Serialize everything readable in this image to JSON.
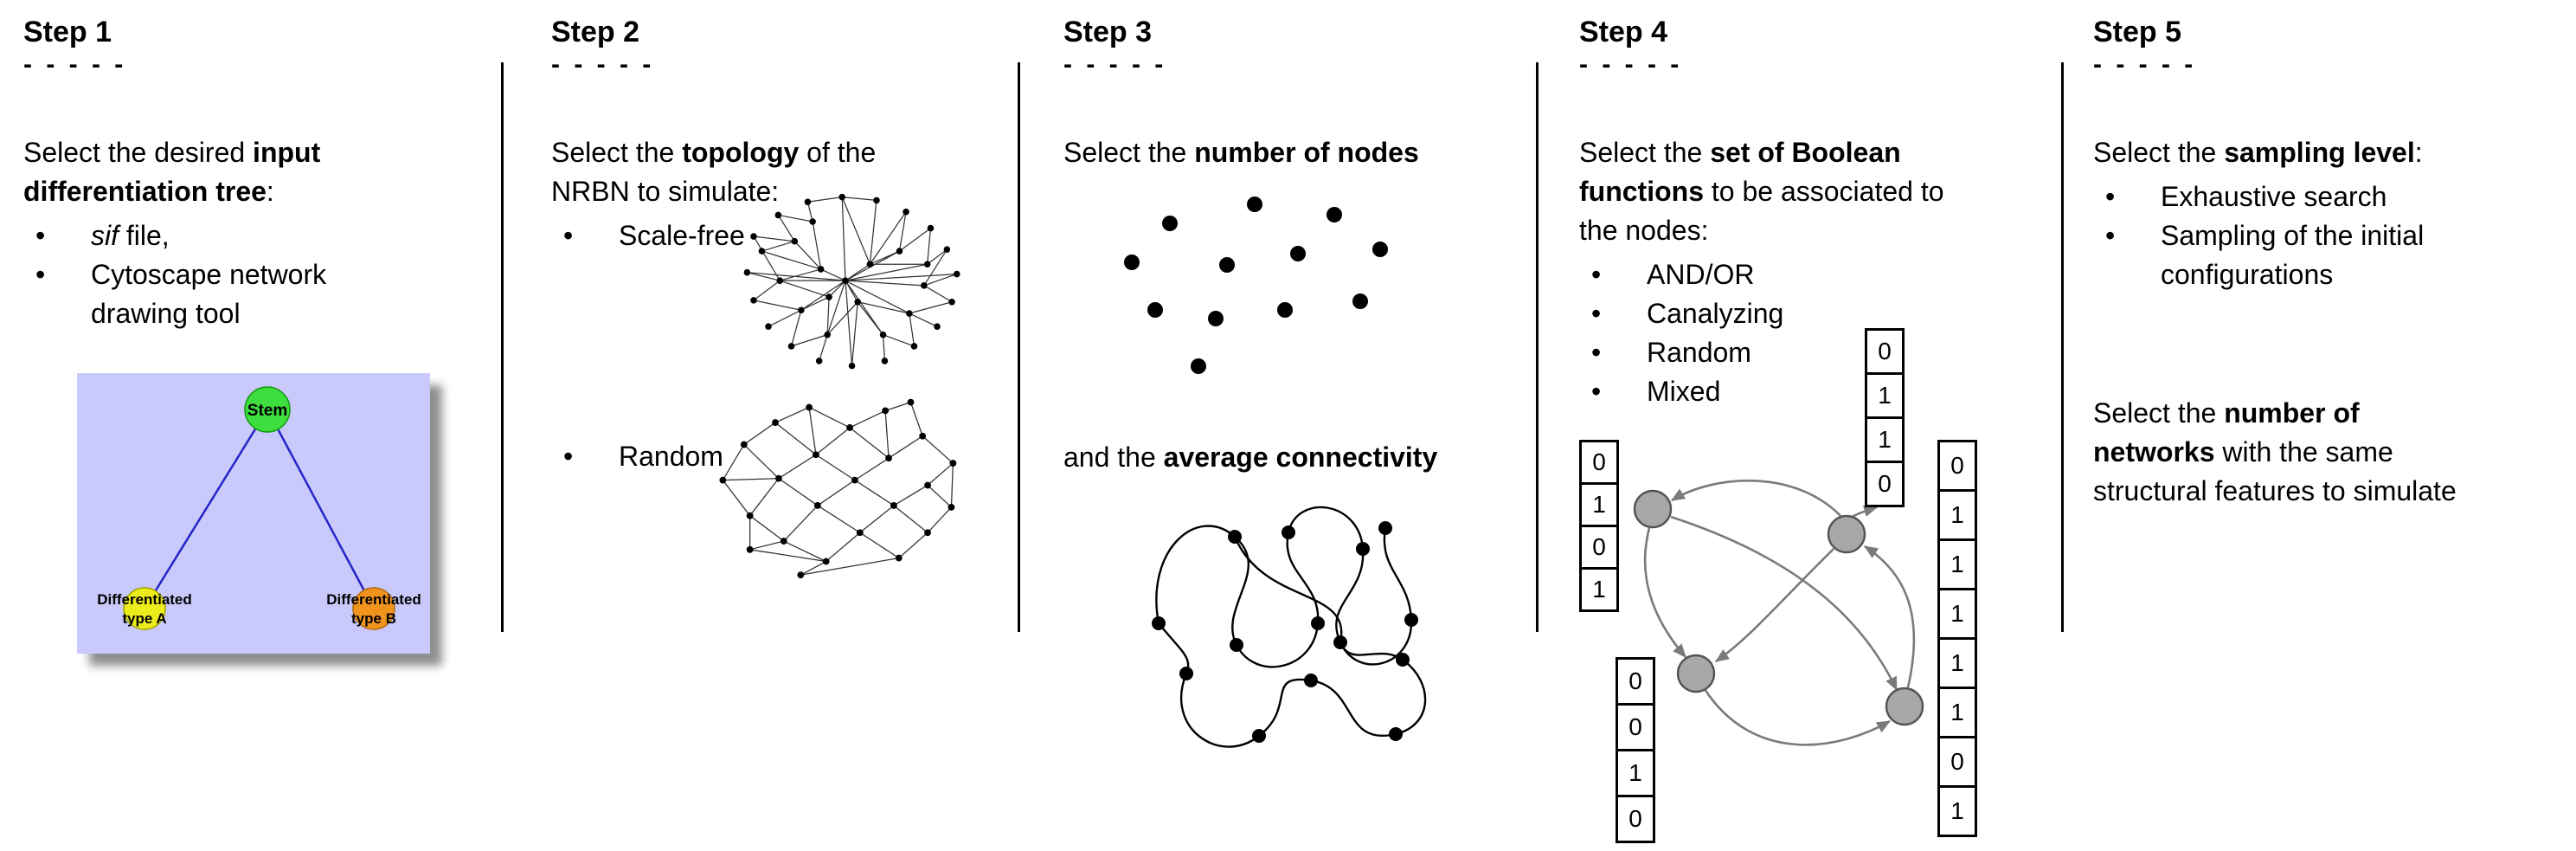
{
  "steps": [
    {
      "title": "Step 1",
      "dashes": "- - - - -",
      "intro": [
        {
          "t": "Select the desired "
        },
        {
          "t": "input\ndifferentiation tree",
          "b": true
        },
        {
          "t": ":"
        }
      ],
      "bullets": [
        [
          {
            "t": "sif",
            "i": true
          },
          {
            "t": " file,"
          }
        ],
        [
          {
            "t": "Cytoscape network\ndrawing tool"
          }
        ]
      ],
      "tree": {
        "stem_label": "Stem",
        "type_a_label_line1": "Differentiated",
        "type_a_label_line2": "type A",
        "type_b_label_line1": "Differentiated",
        "type_b_label_line2": "type B",
        "colors": {
          "background": "#c9c9fb",
          "stem_node": "#3ede3e",
          "type_a_node": "#ecec1c",
          "type_b_node": "#f0941e",
          "edge": "#2424c8"
        }
      }
    },
    {
      "title": "Step 2",
      "dashes": "- - - - -",
      "intro": [
        {
          "t": "Select the "
        },
        {
          "t": "topology",
          "b": true
        },
        {
          "t": " of the\nNRBN to simulate:"
        }
      ],
      "bullets": [
        [
          {
            "t": "Scale-free"
          }
        ],
        [
          {
            "t": "Random"
          }
        ]
      ]
    },
    {
      "title": "Step 3",
      "dashes": "- - - - -",
      "line1": [
        {
          "t": "Select the "
        },
        {
          "t": "number of nodes",
          "b": true
        }
      ],
      "line2": [
        {
          "t": "and the "
        },
        {
          "t": "average connectivity",
          "b": true
        }
      ]
    },
    {
      "title": "Step 4",
      "dashes": "- - - - -",
      "intro": [
        {
          "t": "Select the "
        },
        {
          "t": "set of Boolean\nfunctions",
          "b": true
        },
        {
          "t": " to be associated to\nthe nodes:"
        }
      ],
      "bullets": [
        [
          {
            "t": "AND/OR"
          }
        ],
        [
          {
            "t": "Canalyzing"
          }
        ],
        [
          {
            "t": "Random"
          }
        ],
        [
          {
            "t": "Mixed"
          }
        ]
      ],
      "truth_tables": {
        "left": [
          "0",
          "1",
          "0",
          "1"
        ],
        "top": [
          "0",
          "1",
          "1",
          "0"
        ],
        "bottom_left": [
          "0",
          "0",
          "1",
          "0"
        ],
        "right": [
          "0",
          "1",
          "1",
          "1",
          "1",
          "1",
          "0",
          "1"
        ]
      }
    },
    {
      "title": "Step 5",
      "dashes": "- - - - -",
      "intro": [
        {
          "t": "Select the "
        },
        {
          "t": "sampling level",
          "b": true
        },
        {
          "t": ":"
        }
      ],
      "bullets": [
        [
          {
            "t": "Exhaustive search"
          }
        ],
        [
          {
            "t": "Sampling of the initial\nconfigurations"
          }
        ]
      ],
      "paragraph2": [
        {
          "t": "Select the "
        },
        {
          "t": "number of\nnetworks",
          "b": true
        },
        {
          "t": " with the same\nstructural features to simulate"
        }
      ]
    }
  ]
}
